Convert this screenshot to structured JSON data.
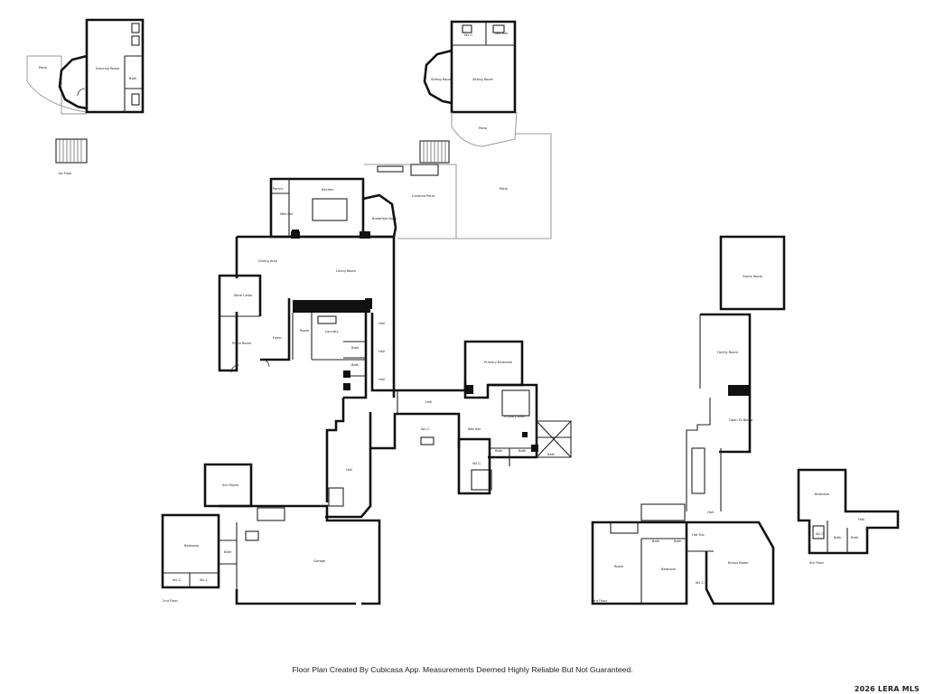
{
  "footer_note": "Floor Plan Created By Cubicasa App. Measurements Deemed Highly Reliable But Not Guaranteed.",
  "copyright": "2026 LERA MLS",
  "rooms": {
    "patio_top_left": "Patio",
    "exercise_room": "Exercise Room",
    "bath_top_left": "Bath",
    "first_floor_label": "1st Floor",
    "sitting_room": "Sitting Room",
    "sitting_room_2": "Sitting Room",
    "wic_top": "W.I.C.",
    "wet_bar_top": "Wet Bar",
    "patio_top_mid": "Patio",
    "patio_large": "Patio",
    "pantry": "Pantry",
    "kitchen": "Kitchen",
    "wet_bar_kitchen": "Wet Bar",
    "breakfast_nook": "Breakfast Nook",
    "covered_patio": "Covered Patio",
    "dining_area": "Dining Area",
    "living_room": "Living Room",
    "wine_cellar": "Wine Cellar",
    "room": "Room",
    "laundry": "Laundry",
    "foyer": "Foyer",
    "piano_room": "Piano Room",
    "hall_1": "Hall",
    "hall_2": "Hall",
    "hall_3": "Hall",
    "hall_4": "Hall",
    "hall_5": "Hall",
    "bath_1": "Bath",
    "bath_2": "Bath",
    "primary_bedroom": "Primary Bedroom",
    "wic_primary": "W.I.C.",
    "wet_bar_primary": "Wet Bar",
    "primary_bath": "Primary Bath",
    "wic_lower": "W.I.C.",
    "bath_3": "Bath",
    "bath_4": "Bath",
    "bath_5": "Bath",
    "sun_room": "Sun Room",
    "bedroom_left": "Bedroom",
    "wic_left_1": "W.I.C.",
    "wic_left_2": "W.I.C.",
    "bath_left": "Bath",
    "garage": "Garage",
    "second_floor_label": "2nd Floor",
    "game_room": "Game Room",
    "family_room": "Family Room",
    "open_to_below": "Open To Below",
    "hall_right": "Hall",
    "room_right": "Room",
    "bedroom_right": "Bedroom",
    "bonus_room": "Bonus Room",
    "bath_right_1": "Bath",
    "bath_right_2": "Bath",
    "hot_tub": "Hot Tub",
    "wic_right": "W.I.C.",
    "third_floor_label": "3rd Floor",
    "bedroom_far_right": "Bedroom",
    "bath_far_right_1": "Bath",
    "bath_far_right_2": "Bath",
    "wic_far_right": "W.I.C.",
    "hall_far_right": "Hall",
    "fourth_floor_label": "4th Floor"
  }
}
